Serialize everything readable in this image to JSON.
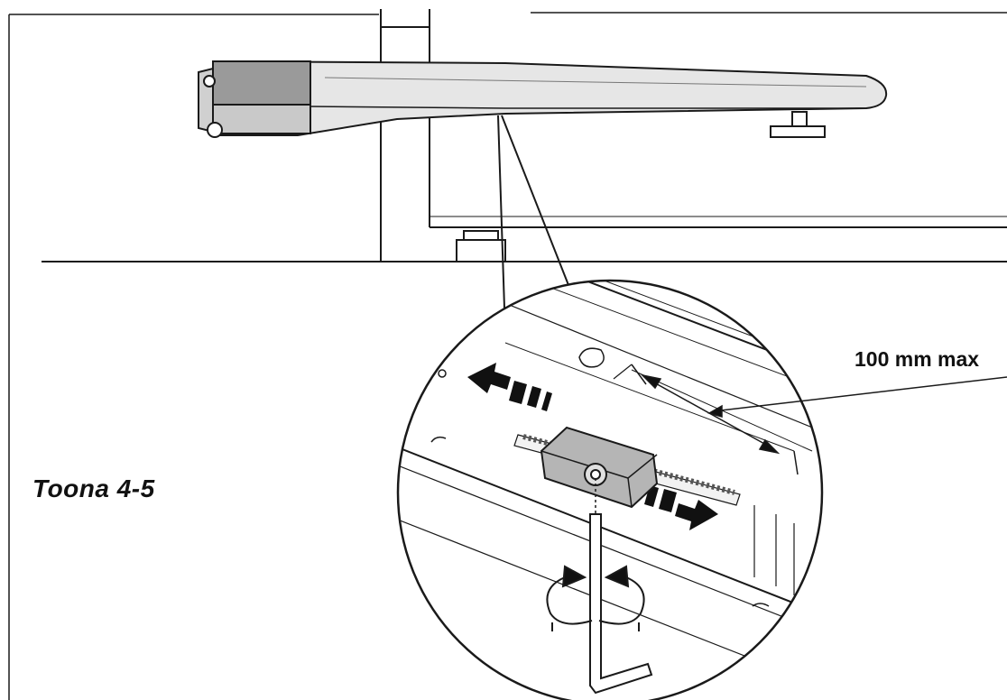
{
  "diagram": {
    "figure_label": "Toona 4-5",
    "dimension_label": "100 mm max"
  },
  "icons": {
    "motor_arm": "gate-opener-arm",
    "adjust_nut": "adjustment-nut",
    "hex_key": "hex-key-icon",
    "rotate": "rotate-arrows-icon",
    "slide": "double-arrow-icon"
  },
  "colors": {
    "line": "#1a1a1a",
    "motor_gray": "#c9c9c9",
    "motor_dark": "#9a9a9a",
    "nut_gray": "#b5b5b5",
    "background": "#ffffff"
  }
}
